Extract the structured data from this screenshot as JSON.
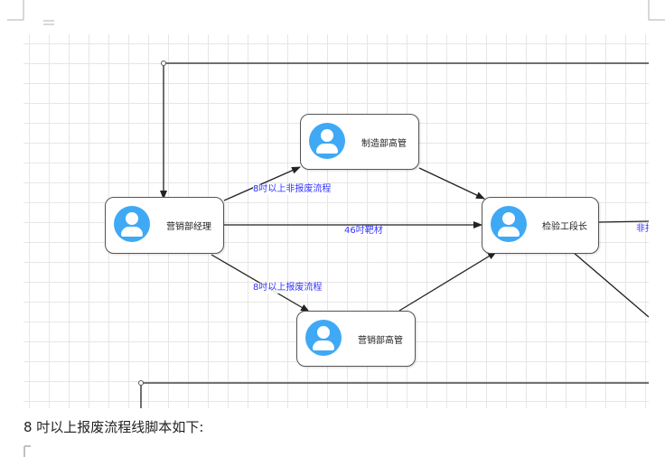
{
  "diagram": {
    "nodes": {
      "sales_manager": {
        "label": "营销部经理",
        "icon": "user-avatar-icon"
      },
      "mfg_supervisor": {
        "label": "制造部高管",
        "icon": "user-avatar-icon"
      },
      "qc_section_chief": {
        "label": "检验工段长",
        "icon": "user-avatar-icon"
      },
      "sales_supervisor": {
        "label": "营销部高管",
        "icon": "user-avatar-icon"
      }
    },
    "edges": {
      "to_mfg": "8吋以上非报废流程",
      "direct": "46吋靶材",
      "to_sales_sup": "8吋以上报废流程",
      "right_cut": "非报"
    },
    "colors": {
      "avatar": "#3fa9f5",
      "edge_label": "#3333ff",
      "grid": "#e6e6e6"
    }
  },
  "caption": "8 吋以上报废流程线脚本如下:"
}
